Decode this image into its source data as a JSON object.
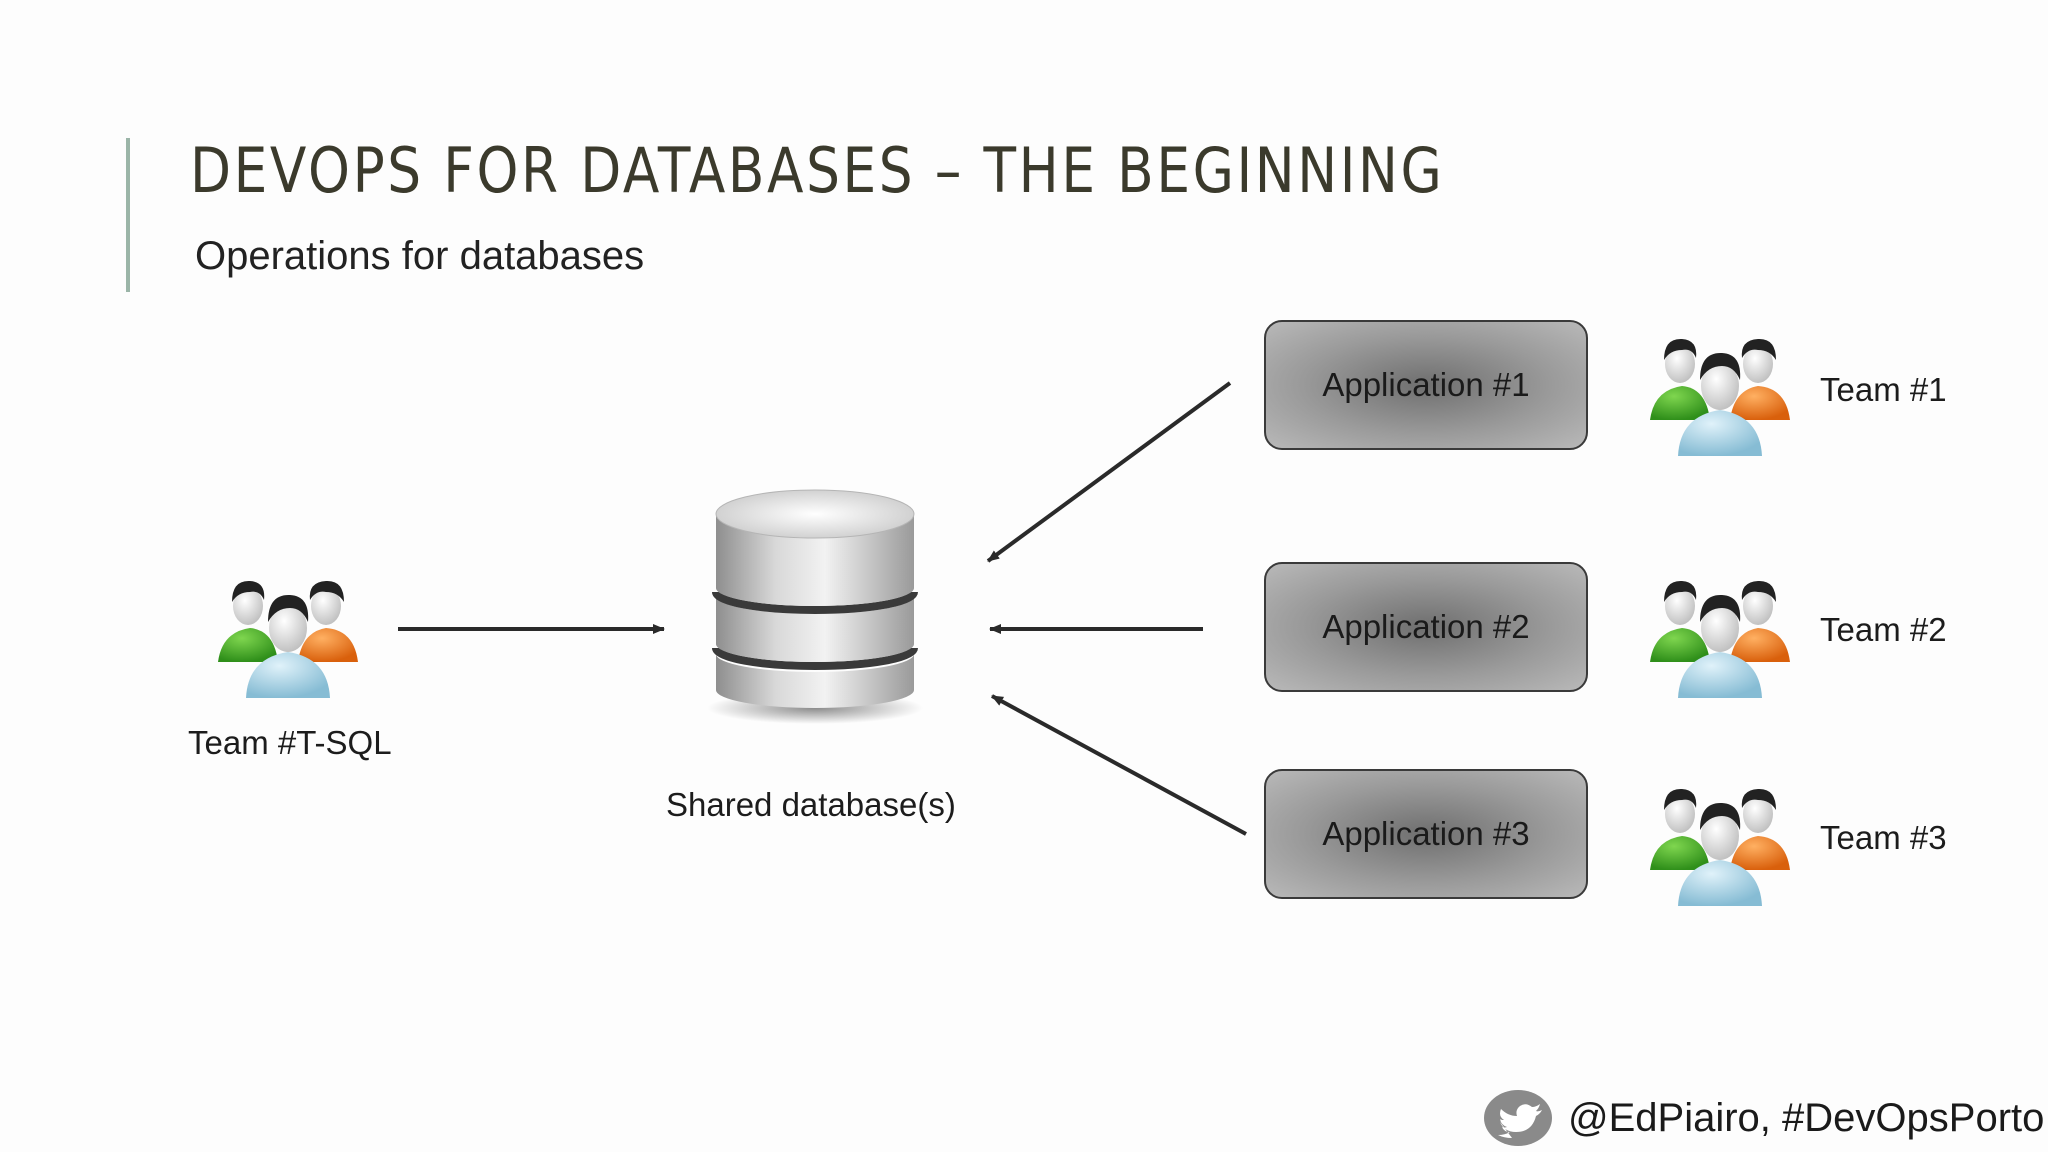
{
  "slide": {
    "title": "DEVOPS FOR DATABASES – THE BEGINNING",
    "subtitle": "Operations for databases"
  },
  "diagram": {
    "left_team_label": "Team #T-SQL",
    "database_label": "Shared database(s)",
    "applications": [
      {
        "label": "Application #1",
        "team": "Team #1"
      },
      {
        "label": "Application #2",
        "team": "Team #2"
      },
      {
        "label": "Application #3",
        "team": "Team #3"
      }
    ]
  },
  "footer": {
    "handle": "@EdPiairo, #DevOpsPorto",
    "icon": "twitter-bird-icon"
  },
  "colors": {
    "title": "#3b3a2c",
    "accent_bar": "#9bb5a8",
    "arrow": "#2a2a2a",
    "person_green": "#4caf2e",
    "person_orange": "#f07a1a",
    "person_blue": "#a9d4e6"
  }
}
